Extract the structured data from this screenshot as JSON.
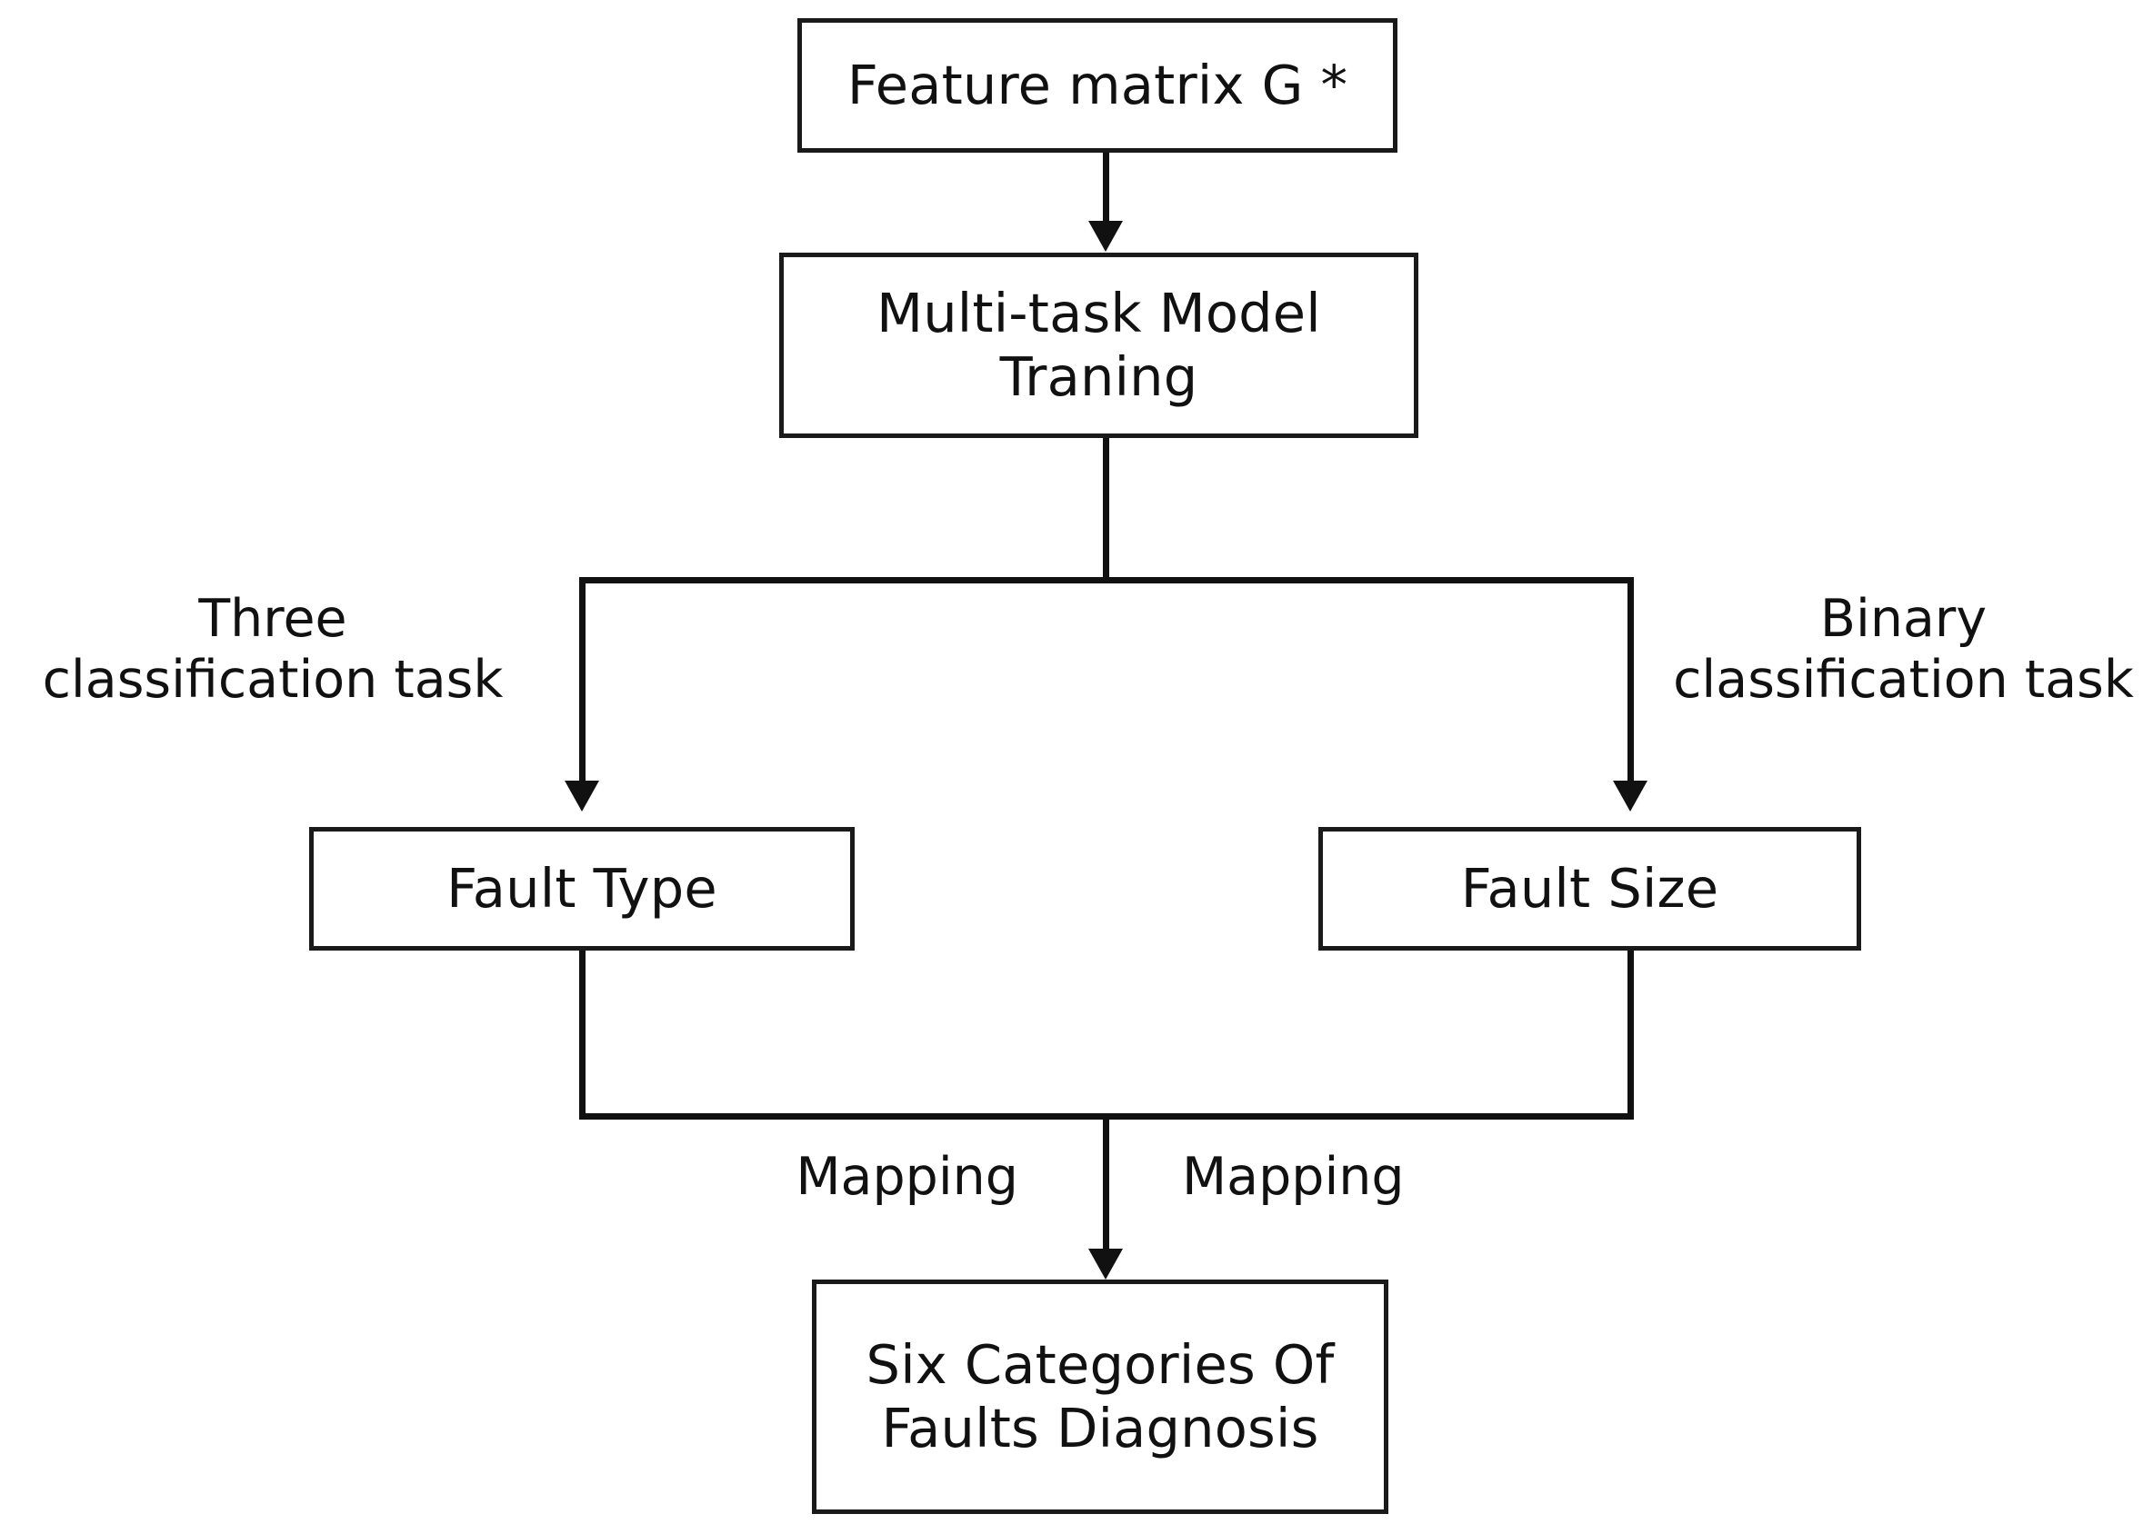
{
  "diagram": {
    "title": "Multi-task model training and six-category fault diagnosis flowchart",
    "background_color": "#ffffff",
    "line_color": "#111111",
    "text_color": "#111111",
    "nodes": [
      {
        "id": "feature_matrix",
        "label": "Feature matrix G *"
      },
      {
        "id": "model_training",
        "label": "Multi-task Model\nTraning"
      },
      {
        "id": "fault_type",
        "label": "Fault Type"
      },
      {
        "id": "fault_size",
        "label": "Fault Size"
      },
      {
        "id": "final_diagnosis",
        "label": "Six Categories Of\nFaults Diagnosis"
      }
    ],
    "edge_labels": {
      "left_task": "Three\nclassification task",
      "right_task": "Binary\nclassification task",
      "mapping_left": "Mapping",
      "mapping_right": "Mapping"
    },
    "edges": [
      {
        "from": "feature_matrix",
        "to": "model_training",
        "label": "",
        "arrow": true
      },
      {
        "from": "model_training",
        "to": "fault_type",
        "label": "Three\nclassification task",
        "arrow": true
      },
      {
        "from": "model_training",
        "to": "fault_size",
        "label": "Binary\nclassification task",
        "arrow": true
      },
      {
        "from": "fault_type",
        "to": "final_diagnosis",
        "label": "Mapping",
        "arrow": true
      },
      {
        "from": "fault_size",
        "to": "final_diagnosis",
        "label": "Mapping",
        "arrow": true
      }
    ]
  }
}
